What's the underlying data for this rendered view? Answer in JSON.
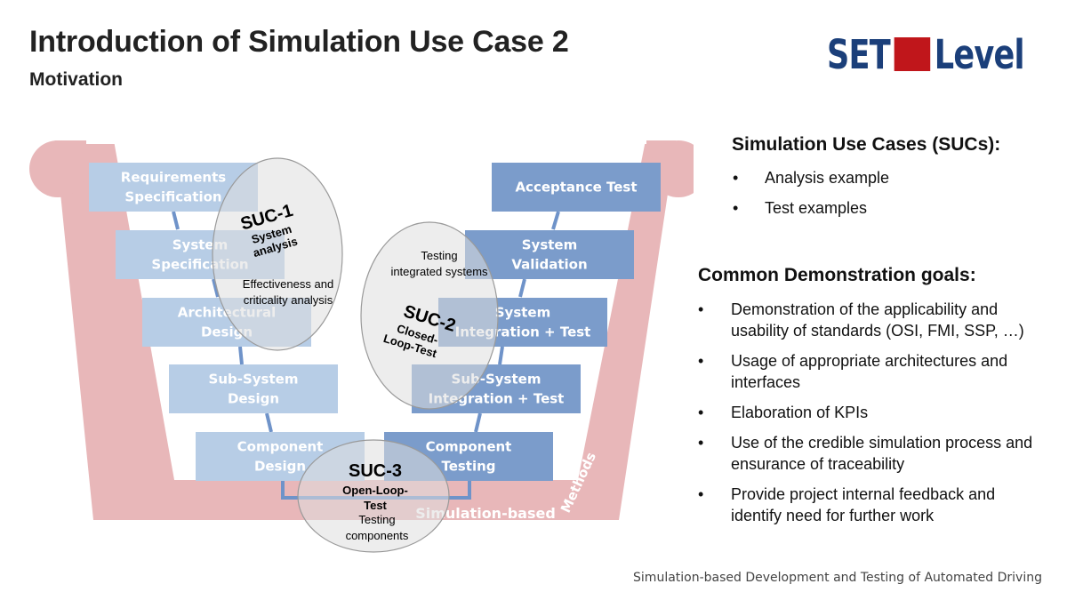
{
  "header": {
    "title": "Introduction of Simulation Use Case 2",
    "subtitle": "Motivation",
    "logo_left": "SET",
    "logo_right": "Level"
  },
  "footer": "Simulation-based Development and Testing of Automated Driving",
  "v_model": {
    "left_boxes": [
      "Requirements|Specification",
      "System|Specification",
      "Architectural|Design",
      "Sub-System|Design",
      "Component|Design"
    ],
    "right_boxes": [
      "Acceptance Test",
      "System|Validation",
      "System|Integration + Test",
      "Sub-System|Integration + Test",
      "Component|Testing"
    ],
    "band_label_bottom": "Simulation-based",
    "band_label_side": "Methods",
    "suc1": {
      "name": "SUC-1",
      "line1": "System",
      "line2": "analysis",
      "note1": "Effectiveness and",
      "note2": "criticality analysis"
    },
    "suc2": {
      "name": "SUC-2",
      "line1": "Closed-",
      "line2": "Loop-Test",
      "note1": "Testing",
      "note2": "integrated systems"
    },
    "suc3": {
      "name": "SUC-3",
      "line1": "Open-Loop-",
      "line2": "Test",
      "note1": "Testing",
      "note2": "components"
    }
  },
  "colors": {
    "band": "#e8b7b9",
    "box_left": "#b7cde6",
    "box_right": "#7b9ccb",
    "connector": "#6f93c9",
    "logo_blue": "#1b3f7a",
    "logo_red": "#c0161b"
  },
  "sidebar": {
    "sucs_heading": "Simulation Use Cases (SUCs):",
    "sucs": [
      "Analysis example",
      "Test examples"
    ],
    "goals_heading": "Common Demonstration goals:",
    "goals": [
      "Demonstration of the applicability and usability of standards (OSI, FMI, SSP, …)",
      "Usage of appropriate architectures and interfaces",
      "Elaboration of KPIs",
      "Use of the credible simulation process and ensurance of traceability",
      "Provide project internal feedback and identify need for further work"
    ],
    "bullet": "•"
  }
}
